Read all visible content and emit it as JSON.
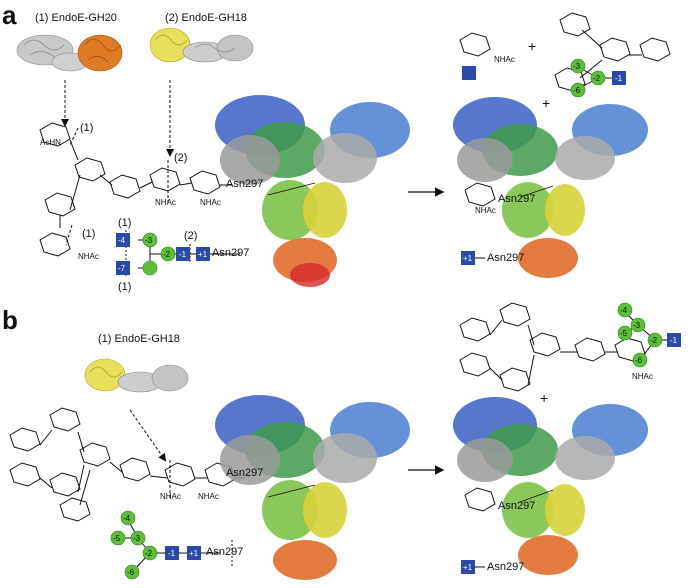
{
  "panels": {
    "a": {
      "label": "a",
      "enzyme1": "(1) EndoE-GH20",
      "enzyme2": "(2) EndoE-GH18",
      "cut1a": "(1)",
      "cut1b": "(1)",
      "cut2": "(2)",
      "schematic_cut1_top": "(1)",
      "schematic_cut1_bottom": "(1)",
      "schematic_cut2": "(2)",
      "asn": "Asn297",
      "product_asn": "Asn297",
      "product_asn2": "Asn297",
      "plus1": "+",
      "plus2": "+",
      "nhac_labels": [
        "NHAc",
        "NHAc",
        "NHAc",
        "AcHN"
      ],
      "product_nhac": "NHAc",
      "product_nhac2": "NHAc",
      "glycan_schematic": [
        "-4",
        "-7",
        "-3",
        "-2",
        "-1",
        "+1"
      ],
      "product_glycan": [
        "-3",
        "-2",
        "-1",
        "-6"
      ],
      "product_mono": "+1"
    },
    "b": {
      "label": "b",
      "enzyme1": "(1) EndoE-GH18",
      "asn": "Asn297",
      "product_asn": "Asn297",
      "product_asn2": "Asn297",
      "plus1": "+",
      "nhac_labels": [
        "NHAc",
        "NHAc",
        "NHAc"
      ],
      "glycan_schematic": [
        "-4",
        "-5",
        "-3",
        "-2",
        "-6",
        "-1",
        "+1"
      ],
      "product_glycan": [
        "-4",
        "-5",
        "-3",
        "-2",
        "-6",
        "-1"
      ],
      "product_mono": "+1"
    }
  },
  "colors": {
    "gray_enzyme": "#b5b5b5",
    "orange_domain": "#e07b25",
    "yellow_domain": "#e8e05a",
    "glcnac_blue": "#2b4aa8",
    "mannose_green": "#5cbf3a"
  }
}
